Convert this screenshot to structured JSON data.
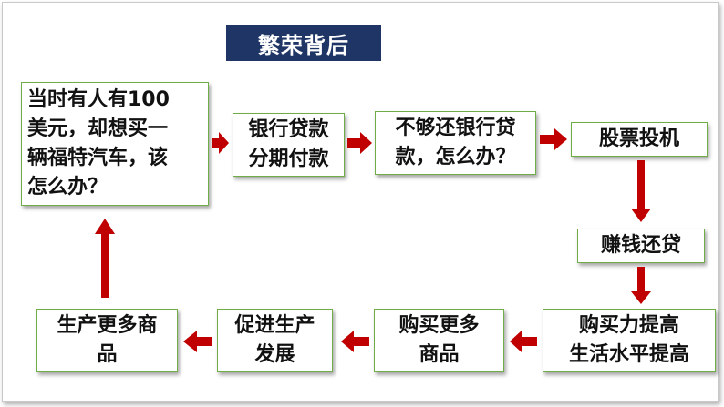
{
  "title": "繁荣背后",
  "colors": {
    "title_bg": "#1f3566",
    "box_border": "#70ad47",
    "arrow": "#c00000"
  },
  "nodes": {
    "question": "当时有人有100\n美元，却想买一\n辆福特汽车，该\n怎么办？",
    "bank_loan": "银行贷款\n分期付款",
    "cant_repay": "不够还银行贷\n款，怎么办？",
    "stock_speculation": "股票投机",
    "repay_loan": "赚钱还贷",
    "purchasing_power": "购买力提高\n生活水平提高",
    "buy_more": "购买更多\n商品",
    "promote_production": "促进生产\n发展",
    "produce_more": "生产更多商\n品"
  }
}
